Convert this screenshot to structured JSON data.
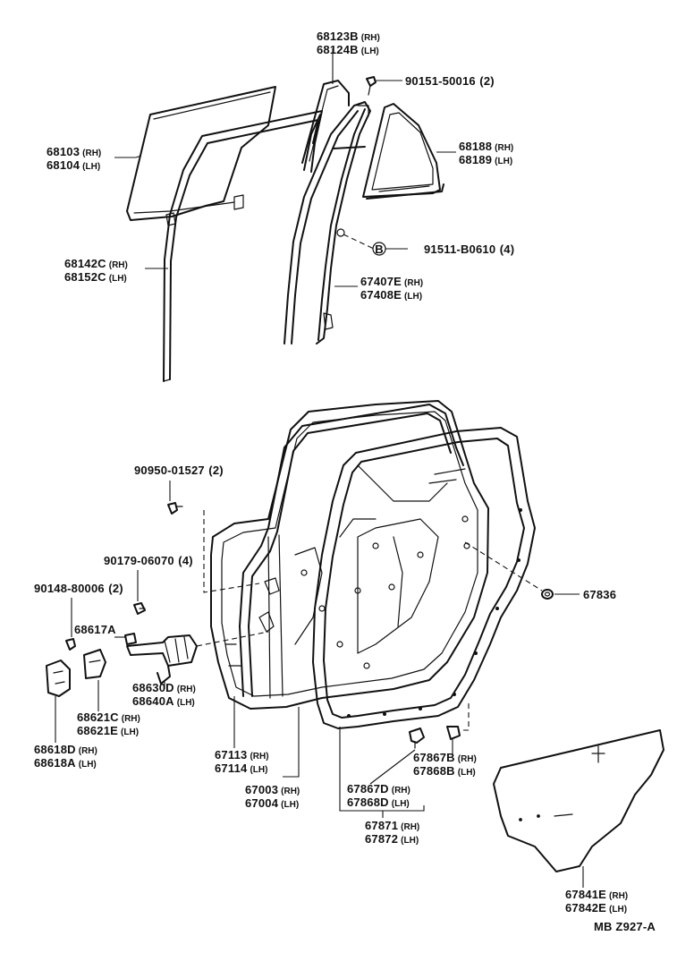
{
  "callouts": {
    "glass_front_channel": {
      "rh": "68123B",
      "lh": "68124B",
      "rh_tag": "(RH)",
      "lh_tag": "(LH)"
    },
    "screw_upper": {
      "part": "90151-50016",
      "qty": "(2)"
    },
    "door_glass": {
      "rh": "68103",
      "lh": "68104",
      "rh_tag": "(RH)",
      "lh_tag": "(LH)"
    },
    "quarter_glass": {
      "rh": "68188",
      "lh": "68189",
      "rh_tag": "(RH)",
      "lh_tag": "(LH)"
    },
    "bolt_b": {
      "marker": "B",
      "part": "91511-B0610",
      "qty": "(4)"
    },
    "glass_run": {
      "rh": "68142C",
      "lh": "68152C",
      "rh_tag": "(RH)",
      "lh_tag": "(LH)"
    },
    "division_bar": {
      "rh": "67407E",
      "lh": "67408E",
      "rh_tag": "(RH)",
      "lh_tag": "(LH)"
    },
    "screw_a": {
      "part": "90950-01527",
      "qty": "(2)"
    },
    "bolt_c": {
      "part": "90179-06070",
      "qty": "(4)"
    },
    "screw_d": {
      "part": "90148-80006",
      "qty": "(2)"
    },
    "pin": {
      "part": "68617A"
    },
    "plug": {
      "part": "67836"
    },
    "check_assy": {
      "rh": "68630D",
      "lh": "68640A",
      "rh_tag": "(RH)",
      "lh_tag": "(LH)"
    },
    "striker_plate": {
      "rh": "68621C",
      "lh": "68621E",
      "rh_tag": "(RH)",
      "lh_tag": "(LH)"
    },
    "hinge": {
      "rh": "68618D",
      "lh": "68618A",
      "rh_tag": "(RH)",
      "lh_tag": "(LH)"
    },
    "door_weatherstrip_inner": {
      "rh": "67113",
      "lh": "67114",
      "rh_tag": "(RH)",
      "lh_tag": "(LH)"
    },
    "door_panel": {
      "rh": "67003",
      "lh": "67004",
      "rh_tag": "(RH)",
      "lh_tag": "(LH)"
    },
    "clip_b": {
      "rh": "67867B",
      "lh": "67868B",
      "rh_tag": "(RH)",
      "lh_tag": "(LH)"
    },
    "clip_d": {
      "rh": "67867D",
      "lh": "67868D",
      "rh_tag": "(RH)",
      "lh_tag": "(LH)"
    },
    "weatherstrip": {
      "rh": "67871",
      "lh": "67872",
      "rh_tag": "(RH)",
      "lh_tag": "(LH)"
    },
    "service_cover": {
      "rh": "67841E",
      "lh": "67842E",
      "rh_tag": "(RH)",
      "lh_tag": "(LH)"
    }
  },
  "footer": {
    "code": "MB  Z927-A"
  }
}
